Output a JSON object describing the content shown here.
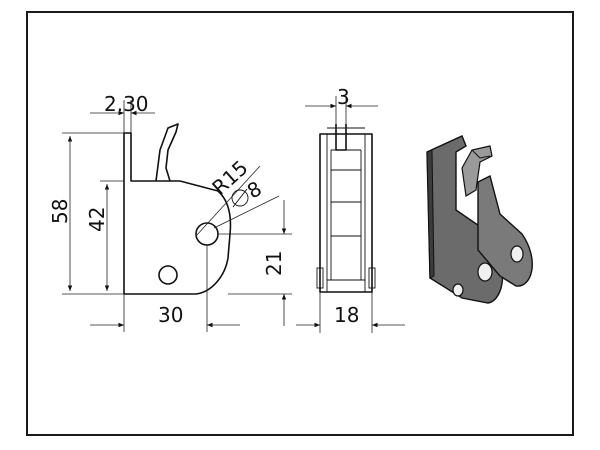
{
  "drawing": {
    "front_view": {
      "dim_thickness": "2.30",
      "dim_total_height": "58",
      "dim_plate_height": "42",
      "dim_radius": "R15",
      "dim_hole": "8",
      "dim_hole_height": "21",
      "dim_width": "30"
    },
    "side_view": {
      "dim_slot": "3",
      "dim_width": "18"
    },
    "colors": {
      "line": "#111111",
      "frame": "#1a1a1a",
      "iso_face": "#6b6b6b",
      "iso_dark": "#3c3c3c",
      "iso_light": "#9a9a9a"
    }
  }
}
